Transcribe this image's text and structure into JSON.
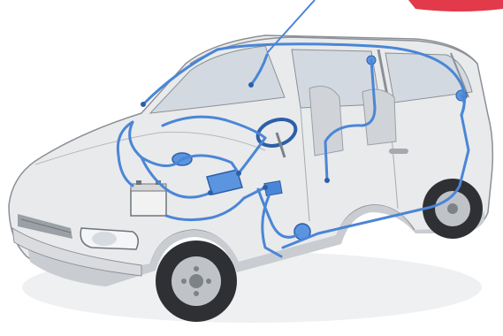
{
  "image": {
    "subject": "car-wiring-cutaway",
    "colors": {
      "background": "#ffffff",
      "body": "#e9eaec",
      "body_shadow": "#c9ccd1",
      "outline": "#8c9096",
      "glass": "#d3d9e0",
      "tire": "#2e3033",
      "wheel": "#bfc3c8",
      "wire": "#4a86d6",
      "wire_dark": "#2d5fa8",
      "badge": "#e23a4a"
    },
    "parts": [
      "antenna",
      "battery",
      "fuse-box",
      "headlight",
      "steering-wheel",
      "dome-light",
      "rear-speaker",
      "wiring-harness"
    ]
  }
}
